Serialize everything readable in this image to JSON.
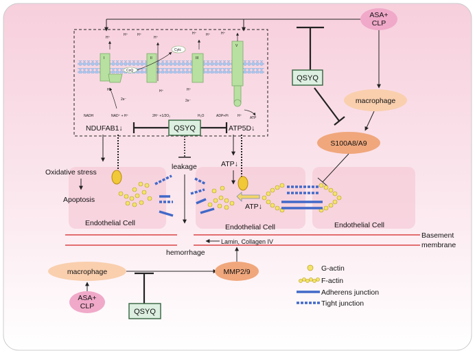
{
  "labels": {
    "asa_clp_top": [
      "ASA+",
      "CLP"
    ],
    "asa_clp_bottom": [
      "ASA+",
      "CLP"
    ],
    "qsyq": "QSYQ",
    "macrophage": "macrophage",
    "s100": "S100A8/A9",
    "mmp": "MMP2/9",
    "ndufab1": "NDUFAB1↓",
    "atp5d": "ATP5D↓",
    "oxidative_stress": "Oxidative stress",
    "apoptosis": "Apoptosis",
    "leakage": "leakage",
    "atp_down": "ATP↓",
    "endothelial_cell": "Endothelial Cell",
    "basement_membrane": [
      "Basement",
      "membrane"
    ],
    "lamin": "Lamin, Collagen IV",
    "hemorrhage": "hemorrhage"
  },
  "mito": {
    "complexes": [
      "I",
      "II",
      "III",
      "V"
    ],
    "coq": "CoQ",
    "cytc": "Cytc",
    "h_plus": "H⁺",
    "e2": "2e⁻",
    "nadh": "NADH",
    "nad": "NAD⁺ + H⁺",
    "o2": "2H⁺ +1/2O₂",
    "h2o": "H₂O",
    "adp": "ADP+Pi",
    "atp": "ATP"
  },
  "legend": {
    "g_actin": "G-actin",
    "f_actin": "F-actin",
    "adherens": "Adherens junction",
    "tight": "Tight junction"
  },
  "colors": {
    "pink_bg": "#f9dce5",
    "pink_node": "#f0a9c9",
    "peach_node": "#f9cfae",
    "orange_node": "#f0a77c",
    "qsyq_fill": "#dcefe0",
    "qsyq_stroke": "#3f6b49",
    "membrane": "#a7c5ec",
    "complex": "#b8e0a0",
    "actin": "#f3e36a",
    "junction": "#4169c8",
    "basement": "#d12020"
  }
}
